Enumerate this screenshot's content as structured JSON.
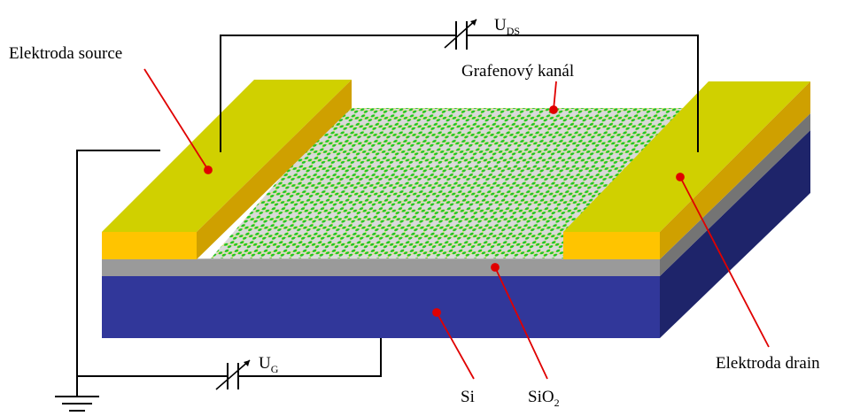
{
  "labels": {
    "source_electrode": "Elektroda source",
    "graphene_channel": "Grafenový kanál",
    "drain_electrode": "Elektroda drain",
    "silicon": "Si",
    "oxide_base": "SiO",
    "oxide_sub": "2",
    "uds_base": "U",
    "uds_sub": "DS",
    "ug_base": "U",
    "ug_sub": "G"
  },
  "colors": {
    "substrate_front": "#31379a",
    "substrate_side": "#1e246a",
    "oxide_front": "#9a9a9a",
    "oxide_side": "#747474",
    "channel_top": "#d9d9d9",
    "electrode_top": "#d0d000",
    "electrode_front": "#ffc400",
    "electrode_side": "#cfa000",
    "graphene_atom": "#19c419",
    "graphene_bond": "#e8e84a",
    "wire": "#000000",
    "pointer": "#e00000"
  },
  "icons": [
    "variable-capacitor-icon",
    "ground-icon"
  ]
}
